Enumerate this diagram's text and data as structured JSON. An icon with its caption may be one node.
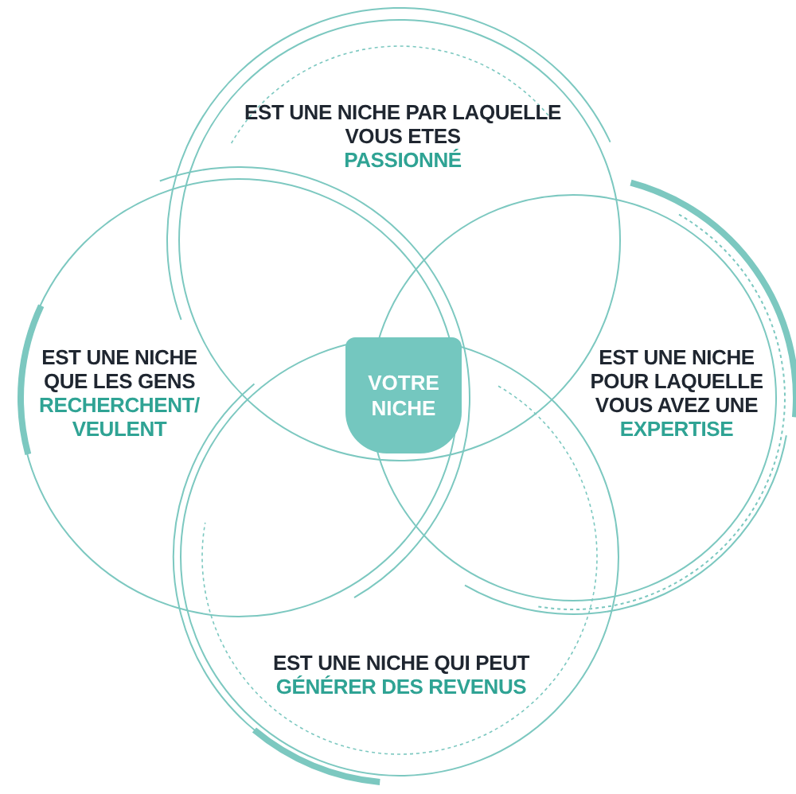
{
  "diagram": {
    "nodes": [
      {
        "text": [
          "EST UNE NICHE PAR LAQUELLE VOUS ETES",
          "PASSIONNÉ"
        ]
      },
      {
        "text": [
          "EST UNE NICHE QUE LES GENS",
          "RECHERCHENT/ VEULENT"
        ]
      },
      {
        "text": [
          "EST UNE NICHE POUR LAQUELLE VOUS AVEZ UNE",
          "EXPERTISE"
        ]
      },
      {
        "text": [
          "EST UNE NICHE QUI PEUT",
          "GÉNÉRER DES REVENUS"
        ]
      },
      {
        "text": [
          "VOTRE NICHE"
        ]
      }
    ]
  }
}
